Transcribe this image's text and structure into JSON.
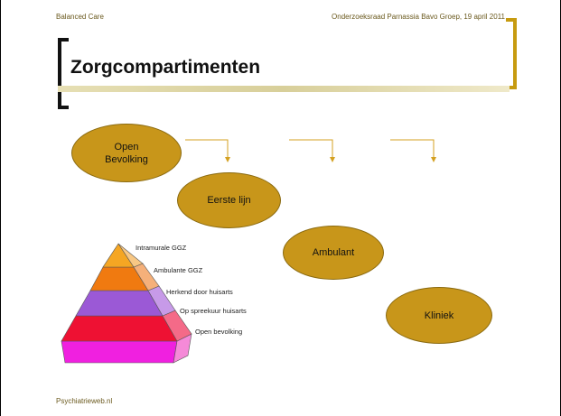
{
  "header": {
    "left": "Balanced Care",
    "right": "Onderzoeksraad Parnassia Bavo Groep, 19 april 2011"
  },
  "title": "Zorgcompartimenten",
  "footer": "Psychiatrieweb.nl",
  "compartments": [
    {
      "label": "Open Bevolking"
    },
    {
      "label": "Eerste lijn"
    },
    {
      "label": "Ambulant"
    },
    {
      "label": "Kliniek"
    }
  ],
  "pyramid_levels": [
    {
      "label": "Intramurale GGZ",
      "color": "#f5a623"
    },
    {
      "label": "Ambulante GGZ",
      "color": "#f07a10"
    },
    {
      "label": "Herkend door huisarts",
      "color": "#9b59d6"
    },
    {
      "label": "Op spreekuur huisarts",
      "color": "#ee1133"
    },
    {
      "label": "Open bevolking",
      "color": "#f020e0"
    }
  ],
  "colors": {
    "oval": "#c8961a",
    "arrow": "#d4a020",
    "accent_bracket": "#c79b10"
  }
}
